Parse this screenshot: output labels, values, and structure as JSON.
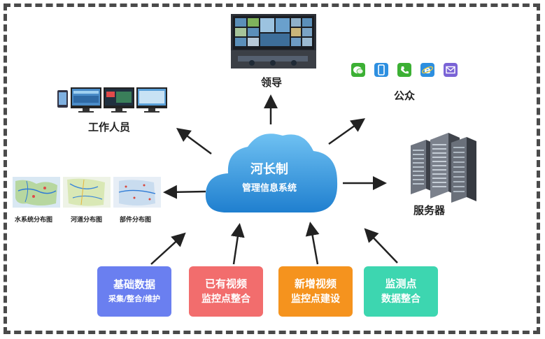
{
  "center": {
    "title": "河长制",
    "subtitle": "管理信息系统",
    "color": "#2f8fd6"
  },
  "outputs": {
    "leaders": "领导",
    "public": "公众",
    "staff": "工作人员",
    "servers": "服务器",
    "maps": [
      "水系统分布图",
      "河道分布图",
      "部件分布图"
    ]
  },
  "public_icons": [
    "wechat-icon",
    "mobile-icon",
    "phone-icon",
    "browser-icon",
    "email-icon"
  ],
  "inputs": [
    {
      "line1": "基础数据",
      "line2": "采集/整合/维护",
      "color": "#6a7ff0"
    },
    {
      "line1": "已有视频",
      "line2": "监控点整合",
      "color": "#f26d6d"
    },
    {
      "line1": "新增视频",
      "line2": "监控点建设",
      "color": "#f5931e"
    },
    {
      "line1": "监测点",
      "line2": "数据整合",
      "color": "#3dd6b0"
    }
  ]
}
